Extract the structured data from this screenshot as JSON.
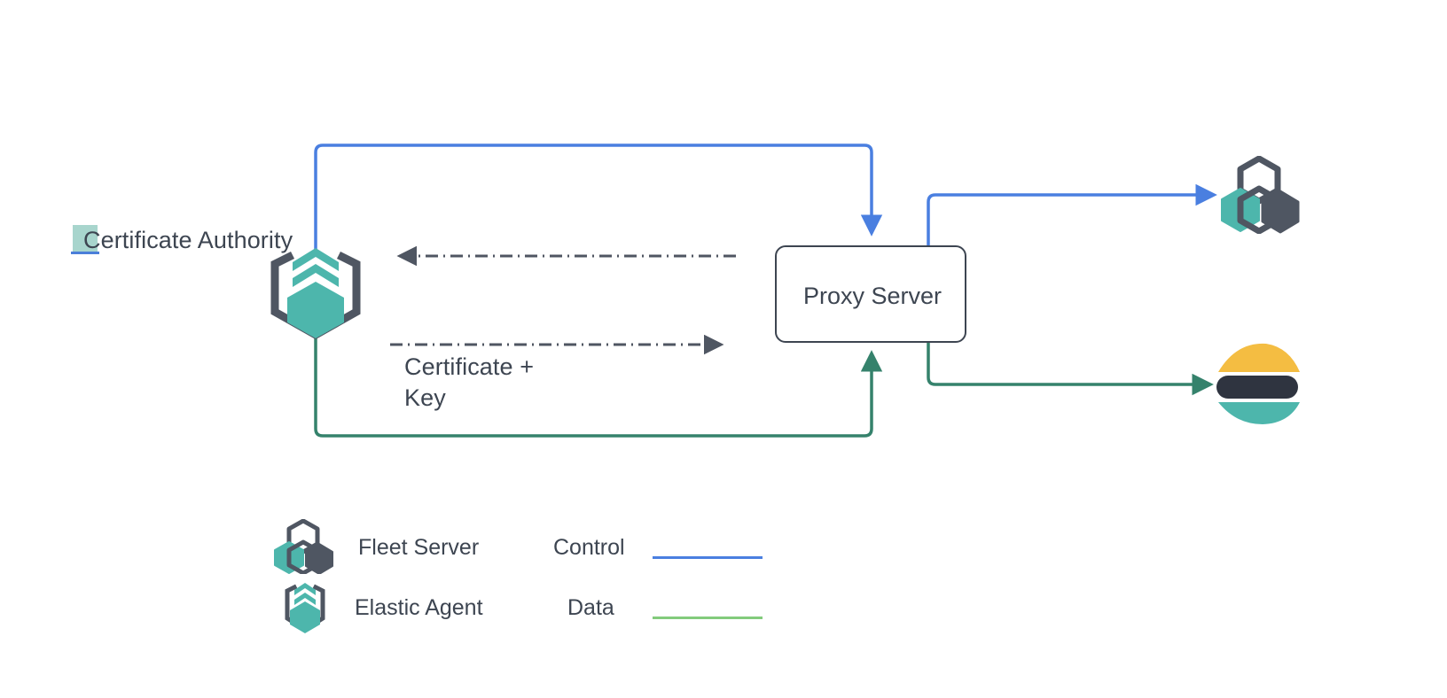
{
  "diagram": {
    "title": "Elastic Agent proxy server certificate flow",
    "background": "#ffffff",
    "nodes": {
      "certificate_authority": {
        "label": "Certificate Authority",
        "icon": "elastic-agent-icon",
        "selected_char": "C"
      },
      "proxy_server": {
        "label": "Proxy Server",
        "shape": "rounded-rectangle",
        "border_color": "#3d4551"
      },
      "fleet_server": {
        "label": "",
        "icon": "fleet-server-icon"
      },
      "elasticsearch": {
        "label": "",
        "icon": "elasticsearch-icon"
      }
    },
    "edges": [
      {
        "name": "control-agent-to-proxy",
        "style": "solid",
        "color": "#4a7fe0",
        "label": "",
        "arrow": "end"
      },
      {
        "name": "control-proxy-to-fleet",
        "style": "solid",
        "color": "#4a7fe0",
        "label": "",
        "arrow": "end"
      },
      {
        "name": "data-agent-to-proxy",
        "style": "solid",
        "color": "#35826c",
        "label": "",
        "arrow": "end"
      },
      {
        "name": "data-proxy-to-elasticsearch",
        "style": "solid",
        "color": "#35826c",
        "label": "",
        "arrow": "end"
      },
      {
        "name": "proxy-to-ca-request",
        "style": "dash-dot",
        "color": "#4f5662",
        "label": "",
        "arrow": "start"
      },
      {
        "name": "ca-to-proxy-certificate",
        "style": "dash-dot",
        "color": "#4f5662",
        "label": "Certificate +\nKey",
        "arrow": "end"
      }
    ]
  },
  "labels": {
    "certificate_authority": "Certificate Authority",
    "proxy_server": "Proxy Server",
    "certificate_key": "Certificate +\nKey"
  },
  "legend": {
    "items": [
      {
        "label": "Fleet Server",
        "icon": "fleet-server-icon",
        "type": "node"
      },
      {
        "label": "Elastic Agent",
        "icon": "elastic-agent-icon",
        "type": "node"
      },
      {
        "label": "Control",
        "color": "#4a7fe0",
        "type": "line"
      },
      {
        "label": "Data",
        "color": "#83cb7c",
        "type": "line"
      }
    ]
  },
  "colors": {
    "control_blue": "#4a7fe0",
    "data_green_line": "#35826c",
    "legend_data_green": "#83cb7c",
    "teal": "#4db6ac",
    "dark_slate": "#4f5662",
    "text": "#3d4551",
    "elastic_yellow": "#f4bd42",
    "elastic_teal": "#4db6ac",
    "elastic_dark": "#2f3440",
    "selection_highlight": "#a8d5cd"
  }
}
